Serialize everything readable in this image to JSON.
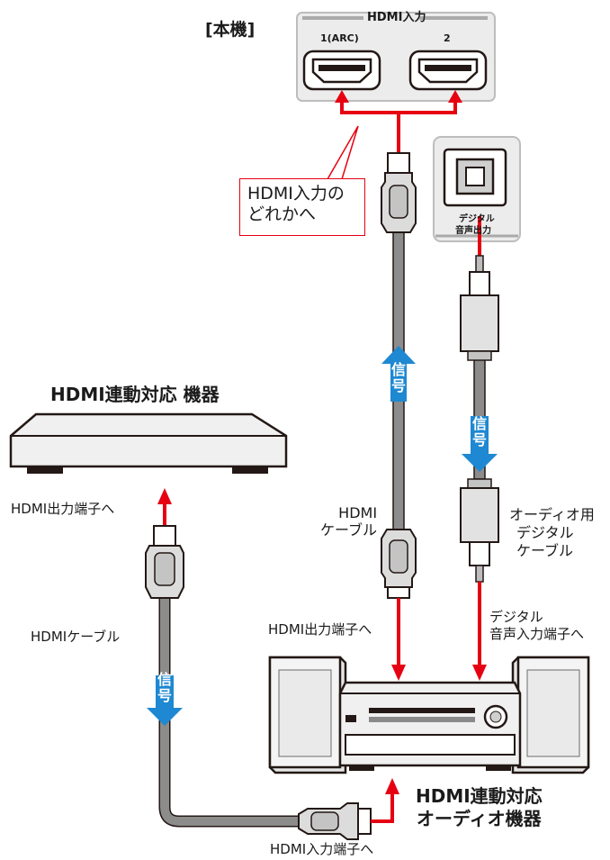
{
  "main_unit": {
    "label": "[本機]",
    "hdmi_input_label": "HDMI入力",
    "port1_label": "1(ARC)",
    "port2_label": "2",
    "digital_out_label_line1": "デジタル",
    "digital_out_label_line2": "音声出力"
  },
  "callout": {
    "line1": "HDMI入力の",
    "line2": "どれかへ"
  },
  "hdmi_device": {
    "title": "HDMI連動対応 機器",
    "output_label": "HDMI出力端子へ"
  },
  "cables": {
    "hdmi_left_label": "HDMIケーブル",
    "hdmi_center_line1": "HDMI",
    "hdmi_center_line2": "ケーブル",
    "optical_line1": "オーディオ用",
    "optical_line2": "デジタル",
    "optical_line3": "ケーブル",
    "signal_top": "信",
    "signal_bottom": "号"
  },
  "audio_device": {
    "hdmi_output_label": "HDMI出力端子へ",
    "digital_in_line1": "デジタル",
    "digital_in_line2": "音声入力端子へ",
    "title_line1": "HDMI連動対応",
    "title_line2": "オーディオ機器",
    "hdmi_input_label": "HDMI入力端子へ"
  },
  "colors": {
    "accent_red": "#e60012",
    "signal_blue": "#1e88d2",
    "cable_gray": "#8c8c8c",
    "outline": "#231815"
  }
}
